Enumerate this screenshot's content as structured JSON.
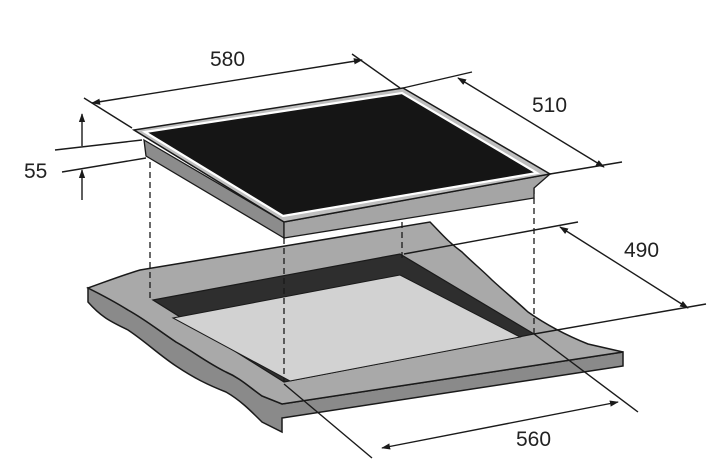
{
  "dimensions": {
    "hob_width": "580",
    "hob_depth": "510",
    "hob_height": "55",
    "cutout_depth": "490",
    "cutout_width": "560"
  },
  "colors": {
    "glass": "#151515",
    "frame_top": "#bfbfbf",
    "frame_side": "#8c8c8c",
    "counter_top": "#a9a9a9",
    "counter_side": "#8a8a8a",
    "cutout_floor": "#d2d2d2",
    "cutout_wall": "#2e2e2e",
    "line": "#1a1a1a"
  }
}
